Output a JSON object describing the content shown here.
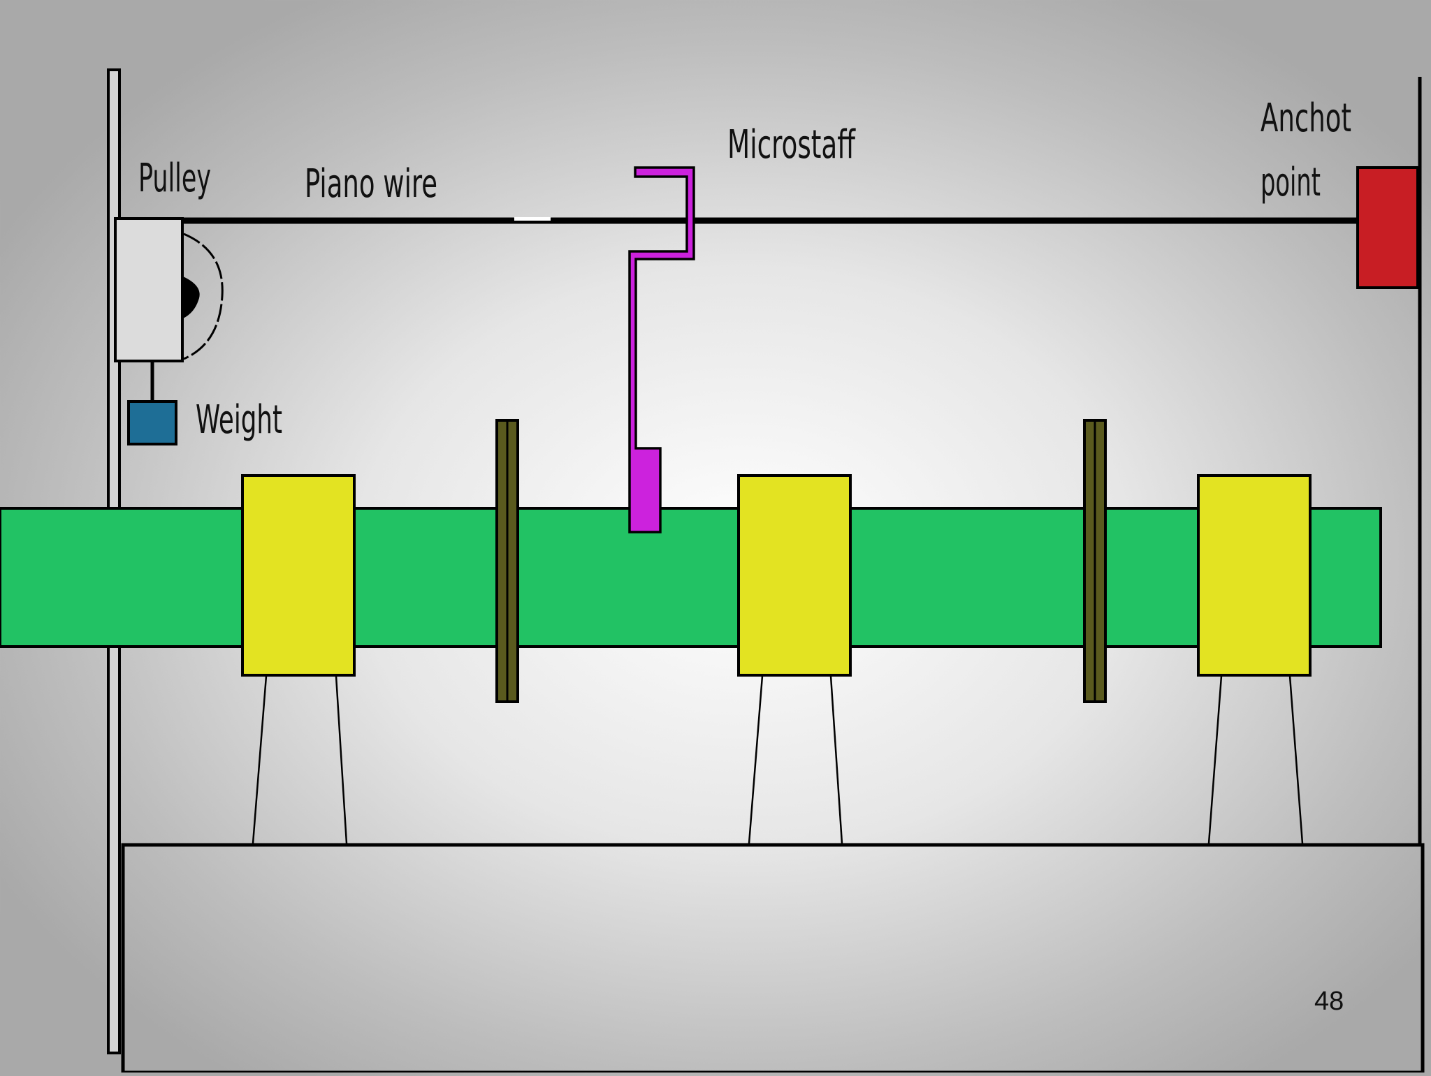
{
  "labels": {
    "pulley": "Pulley",
    "piano_wire": "Piano wire",
    "microstaff": "Microstaff",
    "anchor_line1": "Anchot",
    "anchor_line2": "point",
    "weight": "Weight"
  },
  "page_number": "48",
  "colors": {
    "shaft": "#22c264",
    "bearing_block": "#e3e322",
    "collar": "#5a5a1e",
    "microstaff": "#cc22dd",
    "anchor": "#c81e24",
    "weight": "#1e6e96",
    "pulley_housing": "#dcdcdc"
  }
}
